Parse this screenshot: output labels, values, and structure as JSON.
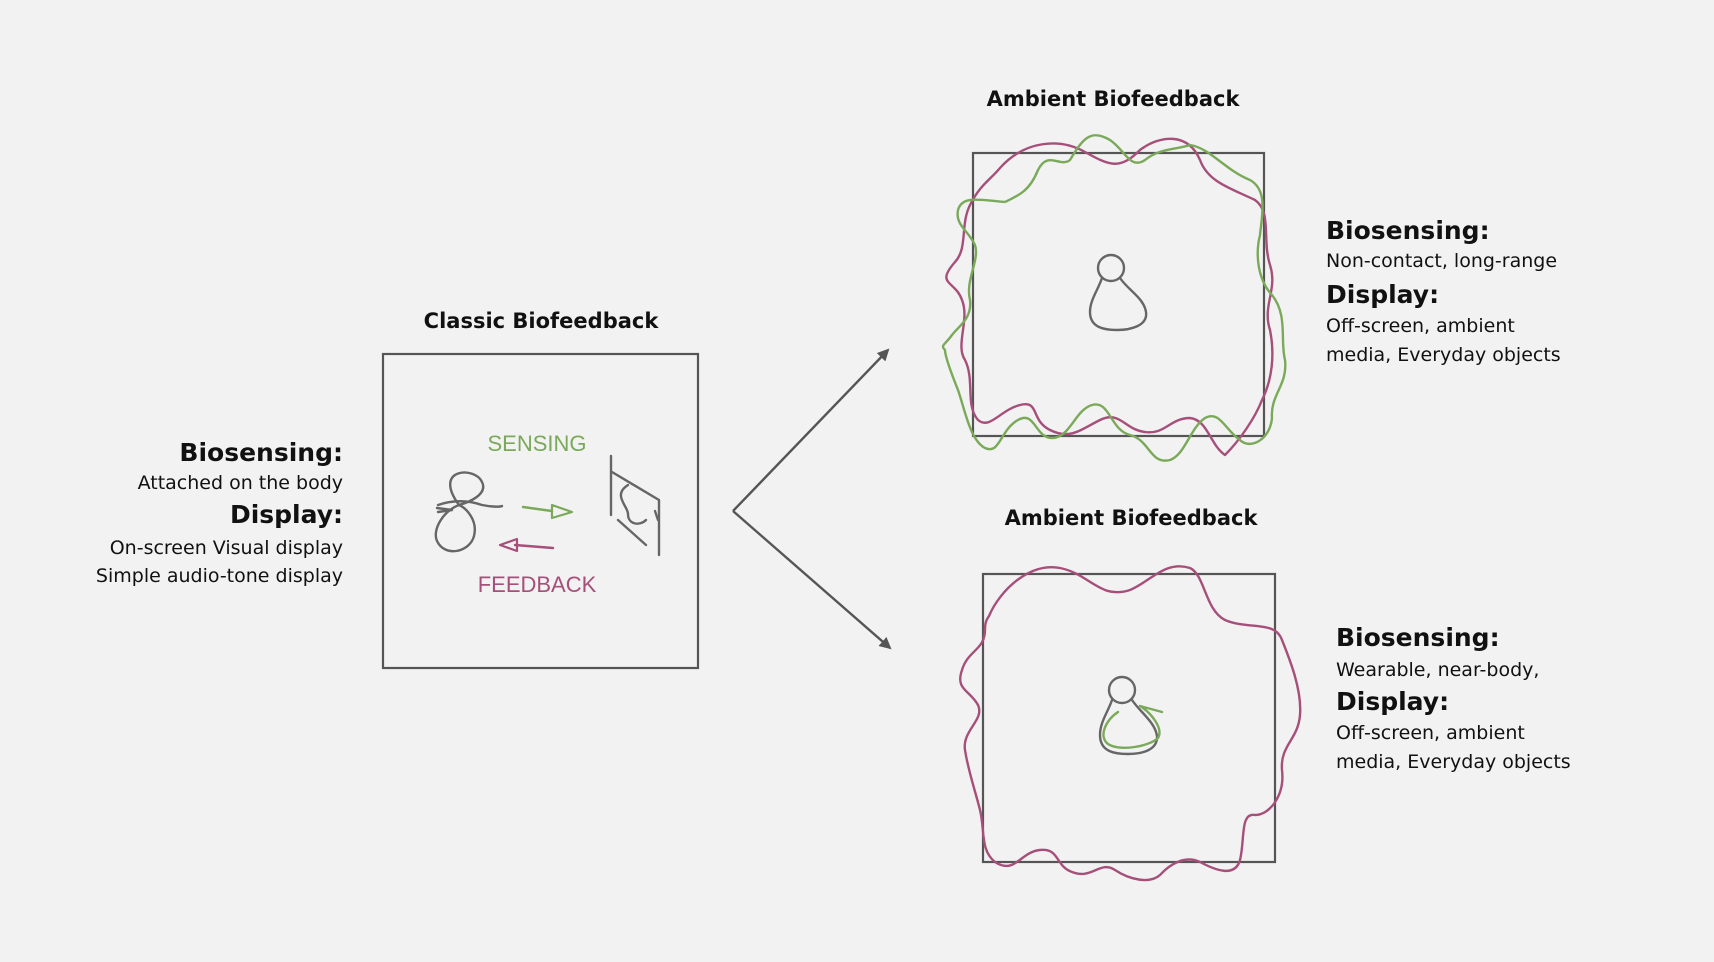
{
  "colors": {
    "sensing": "#7aa95a",
    "feedback": "#a64f7a",
    "ink": "#555555"
  },
  "classic": {
    "title": "Classic Biofeedback",
    "sensing_label": "SENSING",
    "feedback_label": "FEEDBACK",
    "biosensing_heading": "Biosensing:",
    "biosensing_text": "Attached on the body",
    "display_heading": "Display:",
    "display_line1": "On-screen Visual display",
    "display_line2": "Simple audio-tone display"
  },
  "ambient_top": {
    "title": "Ambient Biofeedback",
    "biosensing_heading": "Biosensing:",
    "biosensing_text": "Non-contact, long-range",
    "display_heading": "Display:",
    "display_line1": "Off-screen, ambient",
    "display_line2": "media, Everyday objects"
  },
  "ambient_bottom": {
    "title": "Ambient Biofeedback",
    "biosensing_heading": "Biosensing:",
    "biosensing_text": "Wearable, near-body,",
    "display_heading": "Display:",
    "display_line1": "Off-screen, ambient",
    "display_line2": "media, Everyday objects"
  }
}
